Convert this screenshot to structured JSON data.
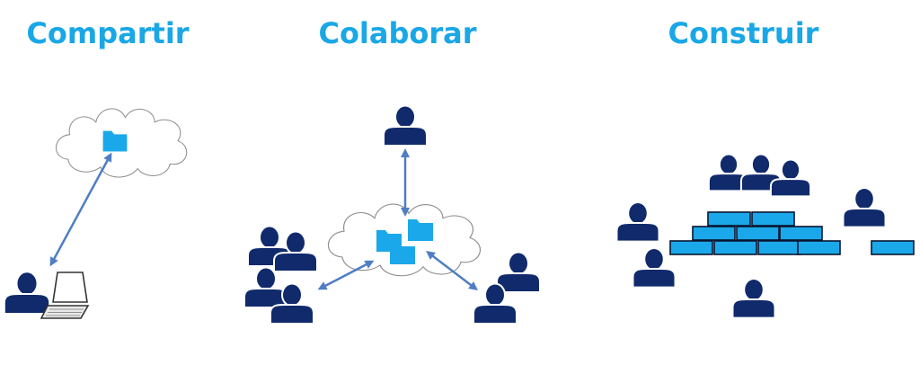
{
  "titles": [
    "Compartir",
    "Colaborar",
    "Construir"
  ],
  "colors": {
    "title": "#1aa7e6",
    "person": "#102a6b",
    "folder": "#1ba8ea",
    "brick": "#1ba8ea",
    "brick_outline": "#0a1530",
    "arrow": "#4f7ec4",
    "cloud_outline": "#8e8e8e"
  },
  "icons": [
    "cloud-icon",
    "folder-icon",
    "person-icon",
    "laptop-icon",
    "brick-icon",
    "double-arrow-icon"
  ]
}
